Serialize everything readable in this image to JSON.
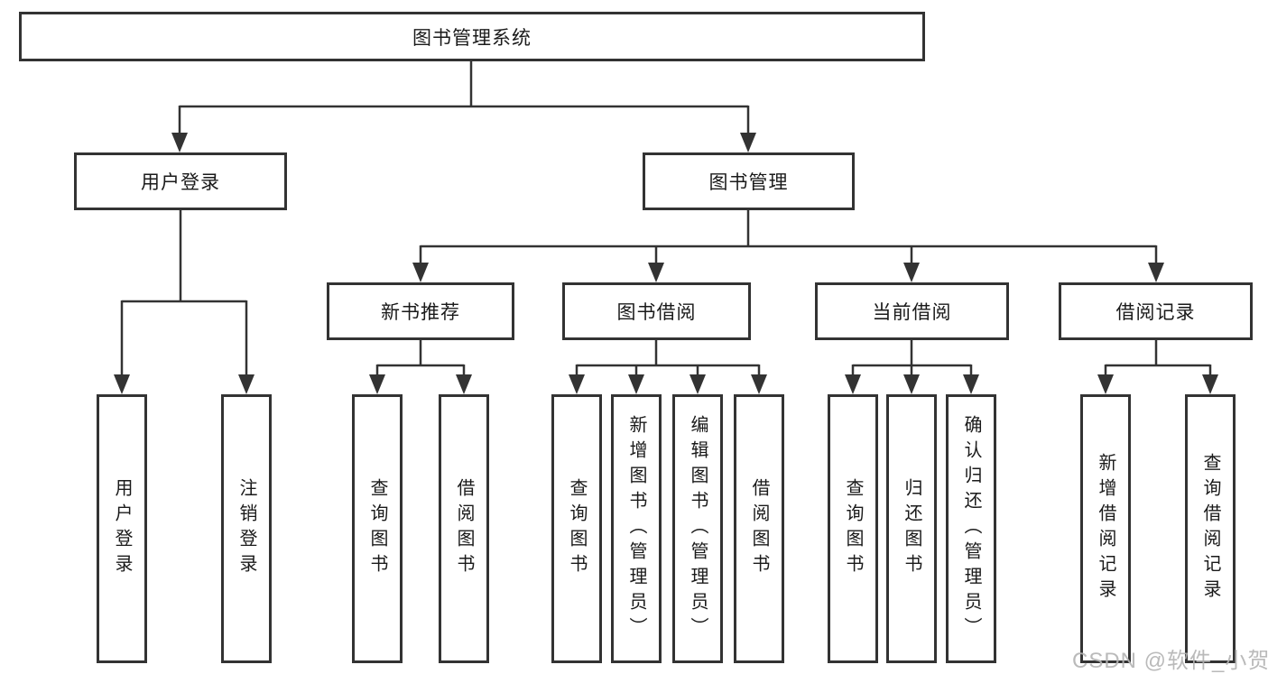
{
  "diagram": {
    "title_node": {
      "label": "图书管理系统"
    },
    "level2": [
      {
        "id": "user-login",
        "label": "用户登录"
      },
      {
        "id": "book-management",
        "label": "图书管理"
      }
    ],
    "level3": [
      {
        "id": "new-book-recommend",
        "label": "新书推荐",
        "parent": "图书管理"
      },
      {
        "id": "book-borrowing",
        "label": "图书借阅",
        "parent": "图书管理"
      },
      {
        "id": "current-borrowing",
        "label": "当前借阅",
        "parent": "图书管理"
      },
      {
        "id": "borrowing-records",
        "label": "借阅记录",
        "parent": "图书管理"
      }
    ],
    "leaves": [
      {
        "id": "user-login-leaf",
        "label": "用户登录",
        "parent": "用户登录"
      },
      {
        "id": "logout",
        "label": "注销登录",
        "parent": "用户登录"
      },
      {
        "id": "query-books-1",
        "label": "查询图书",
        "parent": "新书推荐"
      },
      {
        "id": "borrow-books-1",
        "label": "借阅图书",
        "parent": "新书推荐"
      },
      {
        "id": "query-books-2",
        "label": "查询图书",
        "parent": "图书借阅"
      },
      {
        "id": "add-books-admin",
        "label": "新增图书（管理员）",
        "parent": "图书借阅"
      },
      {
        "id": "edit-books-admin",
        "label": "编辑图书（管理员）",
        "parent": "图书借阅"
      },
      {
        "id": "borrow-books-2",
        "label": "借阅图书",
        "parent": "图书借阅"
      },
      {
        "id": "query-books-3",
        "label": "查询图书",
        "parent": "当前借阅"
      },
      {
        "id": "return-books",
        "label": "归还图书",
        "parent": "当前借阅"
      },
      {
        "id": "confirm-return-admin",
        "label": "确认归还（管理员）",
        "parent": "当前借阅"
      },
      {
        "id": "add-borrow-record",
        "label": "新增借阅记录",
        "parent": "借阅记录"
      },
      {
        "id": "query-borrow-record",
        "label": "查询借阅记录",
        "parent": "借阅记录"
      }
    ],
    "watermark": "CSDN @软件_小贺同学",
    "colors": {
      "line": "#333333",
      "box_border": "#333333",
      "text": "#1a1a1a",
      "watermark": "#b3b3b3",
      "background": "#ffffff"
    }
  }
}
